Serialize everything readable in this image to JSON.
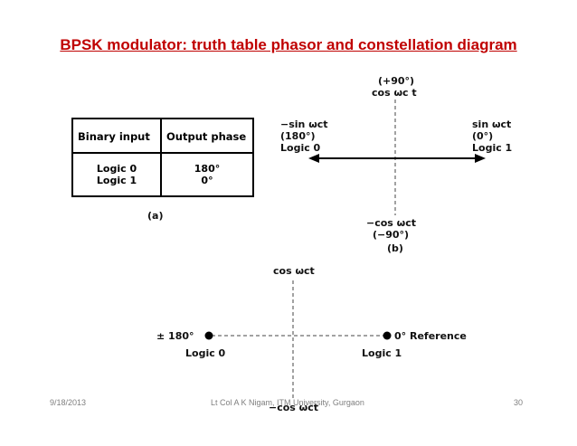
{
  "slide": {
    "title": "BPSK modulator: truth table phasor and  constellation diagram"
  },
  "truth_table": {
    "headers": [
      "Binary input",
      "Output phase"
    ],
    "rows": [
      [
        "Logic 0",
        "180°"
      ],
      [
        "Logic 1",
        "0°"
      ]
    ],
    "caption": "(a)"
  },
  "phasor": {
    "top_label_1": "(+90°)",
    "top_label_2": "cos ωc t",
    "left_label_1": "−sin ωct",
    "left_label_2": "(180°)",
    "left_label_3": "Logic 0",
    "right_label_1": "sin ωct",
    "right_label_2": "(0°)",
    "right_label_3": "Logic 1",
    "bottom_label_1": "−cos ωct",
    "bottom_label_2": "(−90°)",
    "caption": "(b)"
  },
  "constellation": {
    "top_label": "cos ωct",
    "left_point_label": "± 180°",
    "left_logic": "Logic 0",
    "right_point_label": "0° Reference",
    "right_logic": "Logic 1",
    "bottom_label": "−cos ωct"
  },
  "footer": {
    "date": "9/18/2013",
    "author": "Lt Col A K Nigam, ITM University, Gurgaon",
    "page": "30"
  }
}
